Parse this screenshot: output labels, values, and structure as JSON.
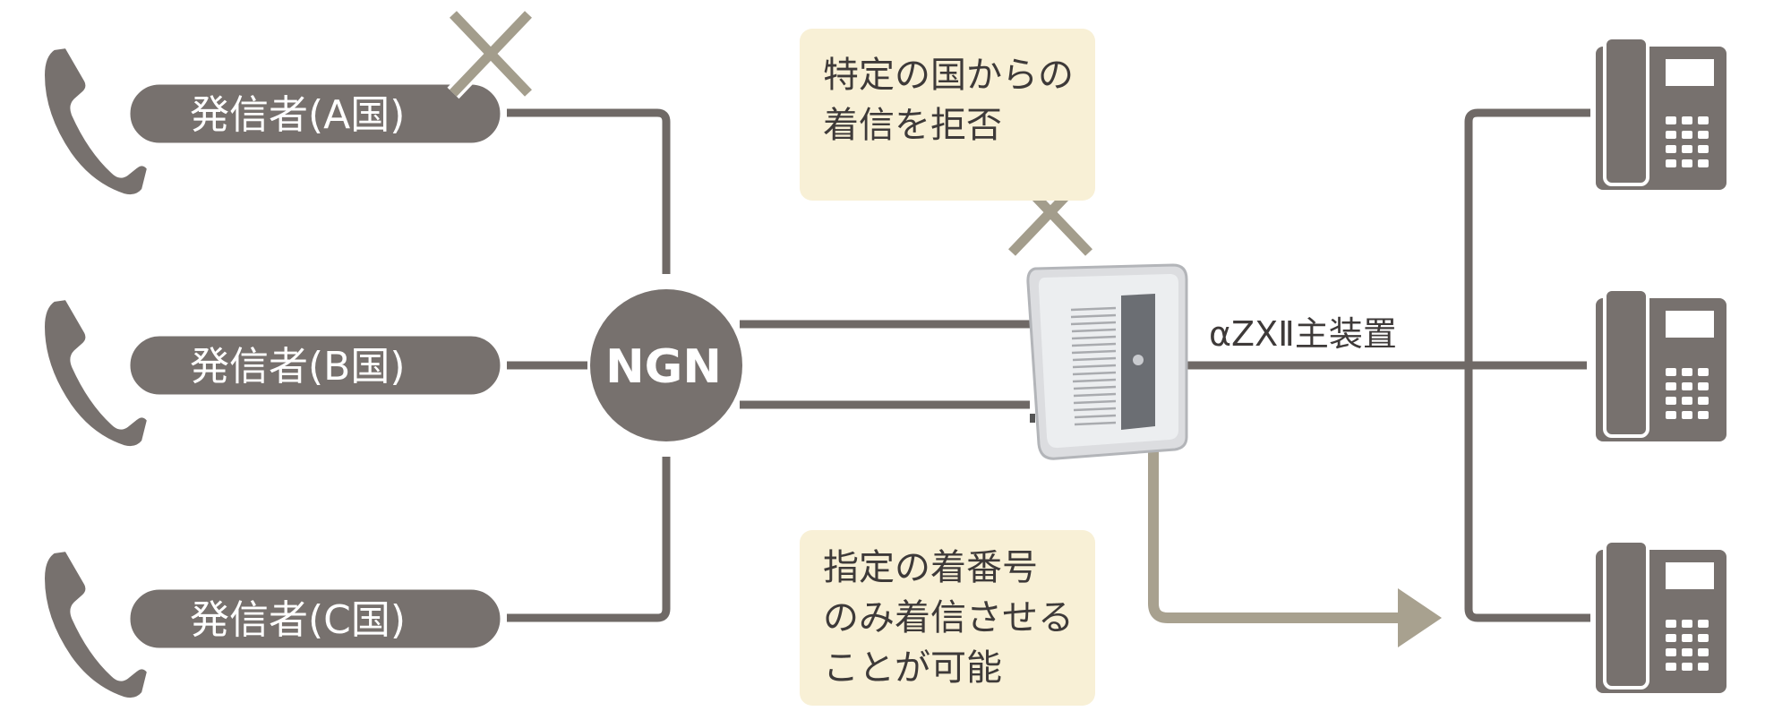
{
  "callers": [
    {
      "label": "発信者(A国)"
    },
    {
      "label": "発信者(B国)"
    },
    {
      "label": "発信者(C国)"
    }
  ],
  "network": {
    "label": "NGN"
  },
  "device": {
    "label": "αZXⅡ主装置"
  },
  "notes": {
    "reject": [
      "特定の国からの",
      "着信を拒否"
    ],
    "allow": [
      "指定の着番号",
      "のみ着信させる",
      "ことが可能"
    ]
  },
  "icons": {
    "caller": "handset-icon",
    "reject": "x-mark-icon",
    "extension": "desk-phone-icon",
    "device": "pbx-unit-icon",
    "route": "arrow-right-icon"
  },
  "colors": {
    "line": "#6f6966",
    "pill": "#77716e",
    "reject_mark": "#a39d8c",
    "route_arrow": "#a8a18f",
    "note_bg": "#f8f0d6",
    "text_dark": "#3e3a39"
  }
}
